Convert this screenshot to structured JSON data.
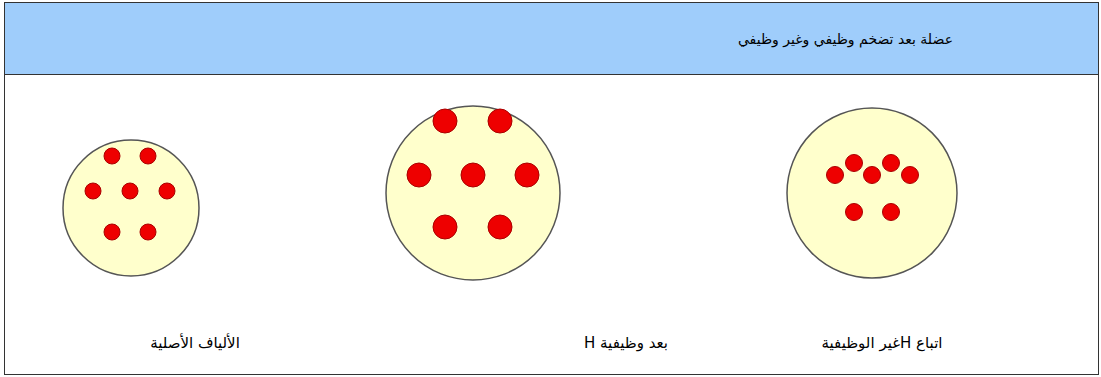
{
  "diagram": {
    "nodes": [
      {
        "text": [
          "عضلة بعد تضخم وظيفي وغير وظيفي"
        ]
      }
    ],
    "labels": [
      "الألياف الأصلية",
      "بعد وظيفية H",
      "اتباع Hغير الوظيفية"
    ]
  }
}
